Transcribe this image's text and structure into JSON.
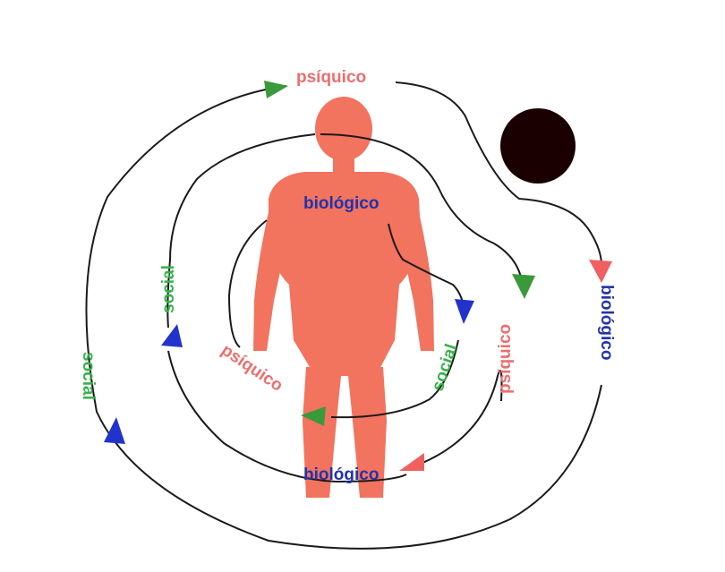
{
  "colors": {
    "figure": "#f2735e",
    "psiquico": "#ee6d6d",
    "biologico": "#2233aa",
    "social": "#36b24a",
    "line": "#1a1a1a",
    "dot": "#1a0000",
    "arrow_green": "#3a9a3a",
    "arrow_blue": "#2233cc",
    "arrow_red": "#f06060"
  },
  "labels": {
    "psiquico_top": "psíquico",
    "biologico_head": "biológico",
    "social_left_inner": "social",
    "social_left_outer": "social",
    "psiquico_left": "psíquico",
    "social_right": "social",
    "psiquico_right": "psíquico",
    "biologico_right": "biológico",
    "biologico_bottom": "biológico"
  }
}
